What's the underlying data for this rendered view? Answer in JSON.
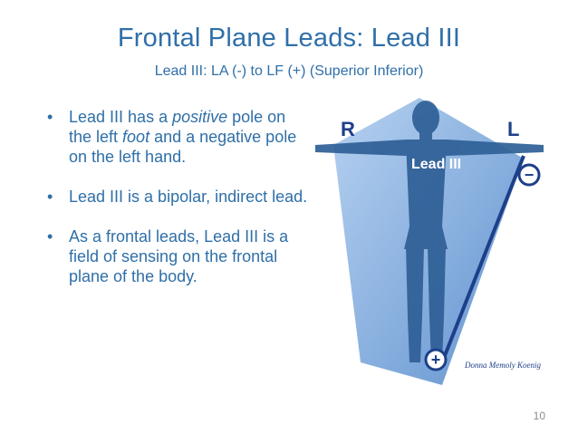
{
  "title": "Frontal Plane Leads: Lead III",
  "subtitle": "Lead III: LA (-) to LF (+) (Superior Inferior)",
  "bullets": [
    {
      "p1": "Lead III has a ",
      "i1": "positive",
      "p2": " pole on the left ",
      "i2": "foot",
      "p3": " and a negative pole on the left hand."
    },
    {
      "text": "Lead III is a bipolar, indirect lead."
    },
    {
      "text": "As a frontal leads, Lead III is a field of sensing on the frontal plane of the body."
    }
  ],
  "figure": {
    "label_right": "R",
    "label_left": "L",
    "lead_label": "Lead III",
    "negative_symbol": "−",
    "positive_symbol": "+",
    "credit": "Donna Memoly Koenig",
    "plane_color": "#6fa0d8",
    "body_color": "#2e5f96",
    "line_color": "#1e3f8a"
  },
  "page_number": "10"
}
